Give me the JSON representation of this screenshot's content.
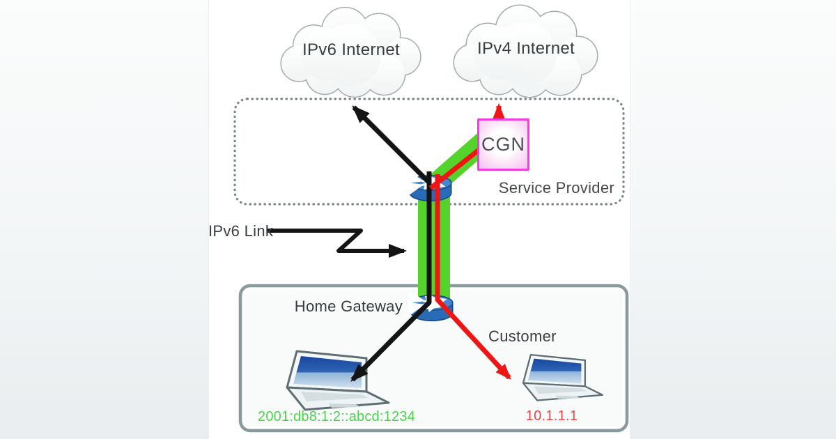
{
  "diagram": {
    "clouds": {
      "ipv6_label": "IPv6 Internet",
      "ipv4_label": "IPv4 Internet"
    },
    "service_provider": {
      "label": "Service Provider",
      "cgn_label": "CGN"
    },
    "link": {
      "label": "IPv6 Link"
    },
    "customer_site": {
      "gateway_label": "Home Gateway",
      "customer_label": "Customer",
      "ipv6_host_address": "2001:db8:1:2::abcd:1234",
      "ipv4_host_address": "10.1.1.1"
    },
    "icons": {
      "cloud": "cloud-icon",
      "router": "cisco-router-cylinder-icon",
      "laptop": "laptop-icon",
      "black_arrow": "ipv6-traffic-arrow",
      "red_arrow": "ipv4-traffic-arrow",
      "green_band": "tunnel-band"
    },
    "colors": {
      "ipv6_path_black": "#141414",
      "ipv4_path_red": "#ee1515",
      "tunnel_green": "#55d22b",
      "cgn_border_magenta": "#f03ce0",
      "ipv6_text_green": "#4cd34c",
      "ipv4_text_red": "#ee4343",
      "router_blue": "#2a6bb8",
      "label_gray": "#383d40"
    }
  }
}
